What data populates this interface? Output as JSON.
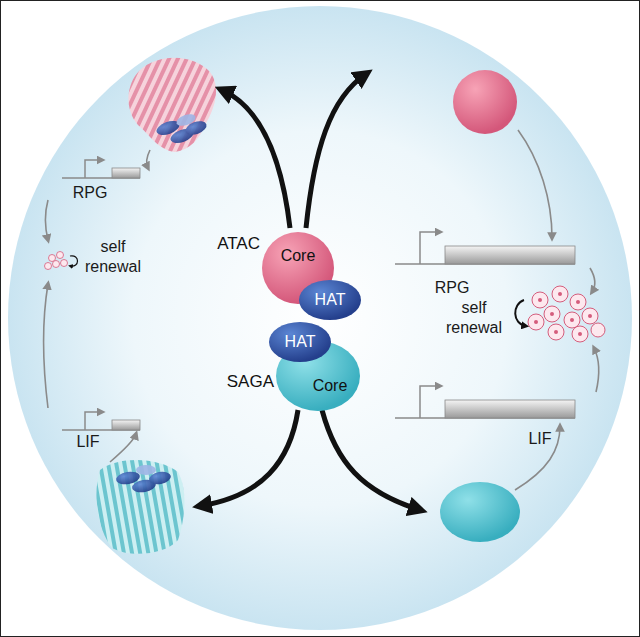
{
  "diagram": {
    "nodes": [
      {
        "text": [
          "ATAC",
          "Core"
        ]
      },
      {
        "text": [
          "HAT"
        ]
      },
      {
        "text": [
          "HAT"
        ]
      },
      {
        "text": [
          "SAGA",
          "Core"
        ]
      }
    ],
    "labels": [
      "RPG",
      "self renewal",
      "LIF",
      "RPG",
      "self renewal",
      "LIF"
    ]
  }
}
